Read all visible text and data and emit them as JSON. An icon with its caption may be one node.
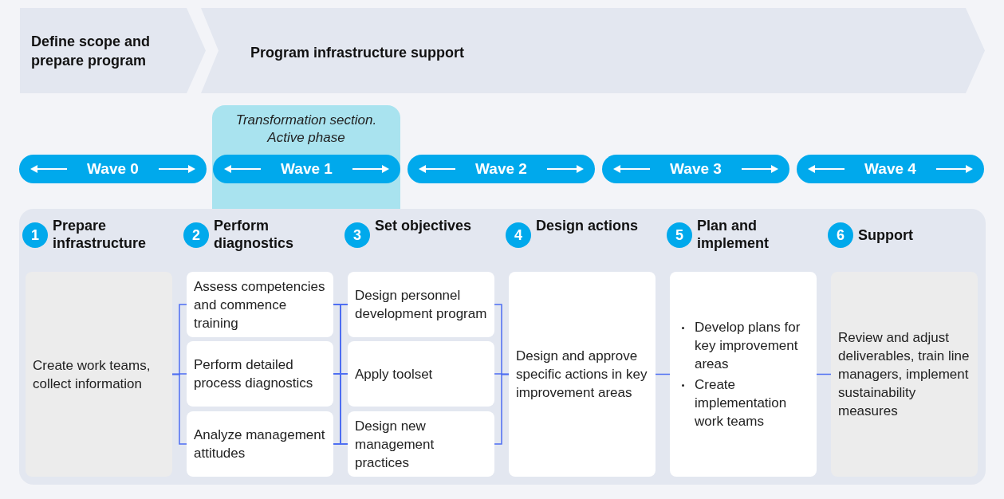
{
  "diagram": {
    "nodes": [
      {
        "text": [
          "Define scope and prepare program"
        ]
      },
      {
        "text": [
          "Program infrastructure support"
        ]
      },
      {
        "text": [
          "Transformation section. Active phase"
        ]
      },
      {
        "text": [
          "Wave 0"
        ]
      },
      {
        "text": [
          "Wave 1"
        ],
        "in": 2
      },
      {
        "text": [
          "Wave 2"
        ]
      },
      {
        "text": [
          "Wave 3"
        ]
      },
      {
        "text": [
          "Wave 4"
        ]
      },
      {
        "text": [
          "1"
        ],
        "beside": [
          "Prepare infrastructure"
        ]
      },
      {
        "text": [
          "2"
        ],
        "beside": [
          "Perform diagnostics"
        ]
      },
      {
        "text": [
          "3"
        ],
        "beside": [
          "Set objectives"
        ]
      },
      {
        "text": [
          "4"
        ],
        "beside": [
          "Design actions"
        ]
      },
      {
        "text": [
          "5"
        ],
        "beside": [
          "Plan and implement"
        ]
      },
      {
        "text": [
          "6"
        ],
        "beside": [
          "Support"
        ]
      },
      {
        "text": [
          "Create work teams, collect information"
        ]
      },
      {
        "text": [
          "Assess competencies and commence training"
        ]
      },
      {
        "text": [
          "Perform detailed process diagnostics"
        ]
      },
      {
        "text": [
          "Analyze management attitudes"
        ]
      },
      {
        "text": [
          "Design personnel development program"
        ]
      },
      {
        "text": [
          "Apply toolset"
        ]
      },
      {
        "text": [
          "Design new management practices"
        ]
      },
      {
        "text": [
          "Design and approve specific actions in key improvement areas"
        ]
      },
      {
        "text": [
          "Develop plans for key improvement areas",
          "Create implementation work teams"
        ]
      },
      {
        "text": [
          "Review and adjust deliverables, train line managers, implement sustainability measures"
        ]
      }
    ],
    "edges": [
      {
        "from": 14,
        "to": 15,
        "arrow": "none"
      },
      {
        "from": 14,
        "to": 16,
        "arrow": "none"
      },
      {
        "from": 14,
        "to": 17,
        "arrow": "none"
      },
      {
        "from": 15,
        "to": 18,
        "arrow": "none"
      },
      {
        "from": 15,
        "to": 19,
        "arrow": "none"
      },
      {
        "from": 15,
        "to": 20,
        "arrow": "none"
      },
      {
        "from": 16,
        "to": 18,
        "arrow": "none"
      },
      {
        "from": 16,
        "to": 19,
        "arrow": "none"
      },
      {
        "from": 16,
        "to": 20,
        "arrow": "none"
      },
      {
        "from": 17,
        "to": 18,
        "arrow": "none"
      },
      {
        "from": 17,
        "to": 19,
        "arrow": "none"
      },
      {
        "from": 17,
        "to": 20,
        "arrow": "none"
      },
      {
        "from": 18,
        "to": 21,
        "arrow": "none"
      },
      {
        "from": 19,
        "to": 21,
        "arrow": "none"
      },
      {
        "from": 20,
        "to": 21,
        "arrow": "none"
      },
      {
        "from": 21,
        "to": 22,
        "arrow": "none"
      },
      {
        "from": 22,
        "to": 23,
        "arrow": "none"
      }
    ]
  }
}
